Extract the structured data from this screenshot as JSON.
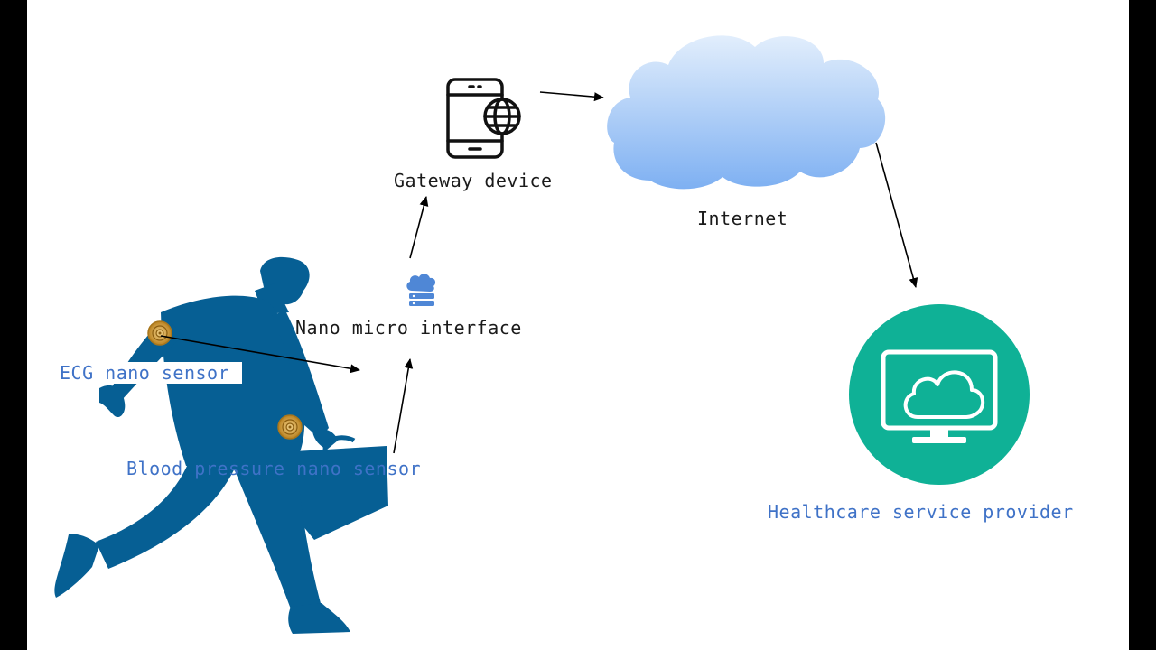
{
  "labels": {
    "gateway": "Gateway device",
    "internet": "Internet",
    "interface": "Nano micro interface",
    "ecg": "ECG nano sensor",
    "blood_pressure": "Blood pressure nano sensor",
    "provider": "Healthcare service provider"
  },
  "colors": {
    "figure": "#065f94",
    "cloud_top": "#d9e9fb",
    "cloud_bottom": "#7eb0f2",
    "provider_circle": "#0fb196",
    "sensor": "#c9922e",
    "label_blue": "#3f72c7",
    "label_dark": "#1b1b1b"
  },
  "icons": {
    "gateway": "smartphone-globe-icon",
    "internet": "cloud-icon",
    "interface": "cloud-server-icon",
    "provider": "monitor-cloud-icon",
    "sensors": "sensor-coil-icon",
    "person": "walking-businessman-figure"
  }
}
